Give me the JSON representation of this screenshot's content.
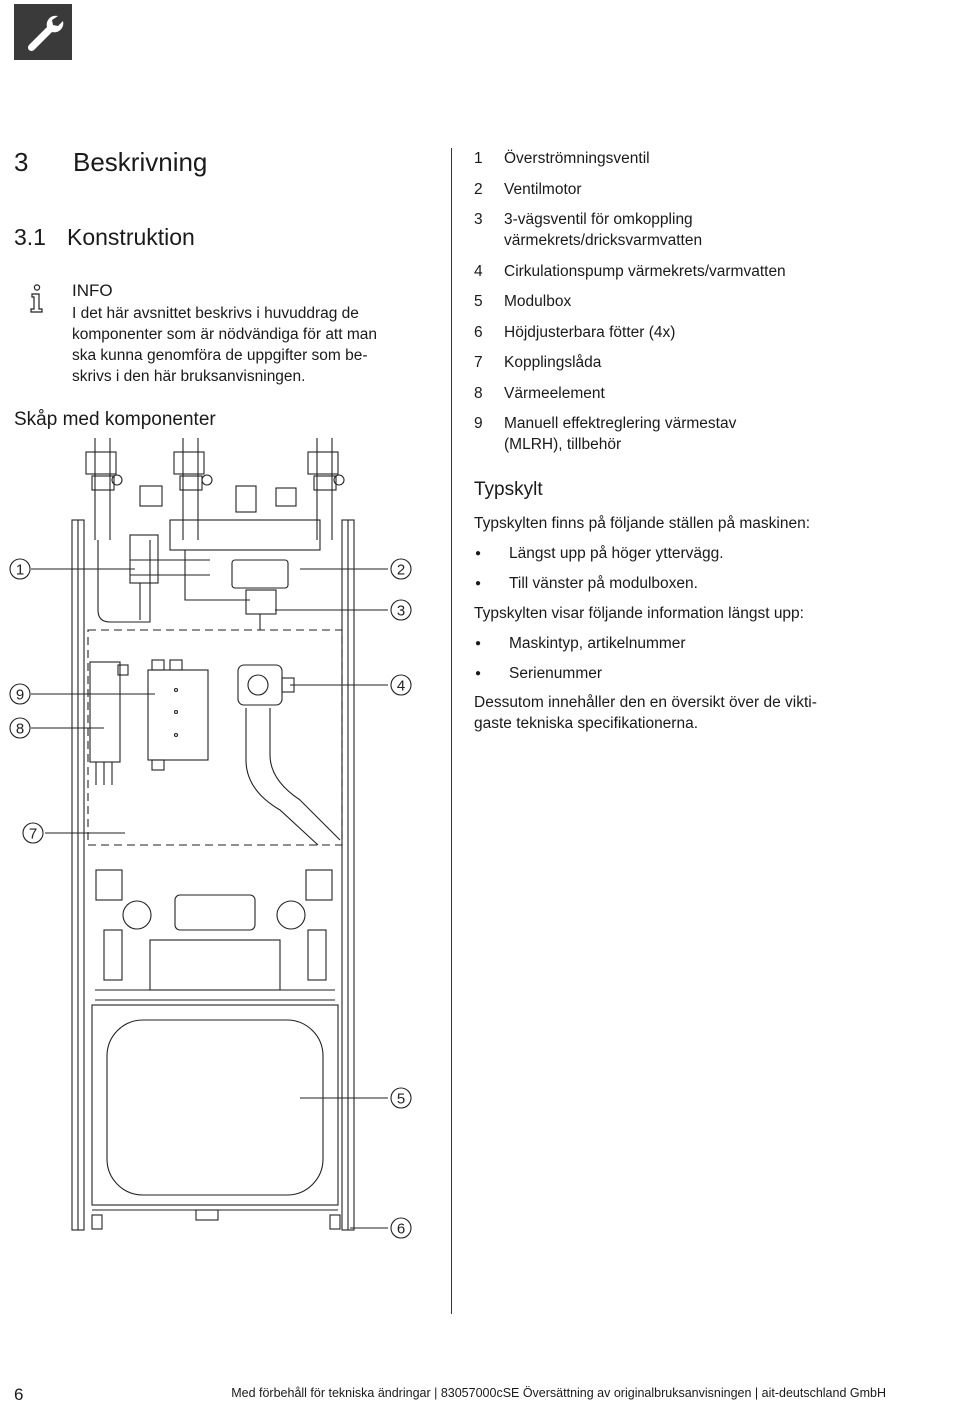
{
  "chapter": {
    "number": "3",
    "title": "Beskrivning"
  },
  "section": {
    "number": "3.1",
    "title": "Konstruktion"
  },
  "info": {
    "heading": "INFO",
    "lines": [
      "I det här avsnittet beskrivs i huvuddrag de",
      "komponenter som är nödvändiga för att man",
      "ska kunna genomföra de uppgifter som be-",
      "skrivs i den här bruksanvisningen."
    ]
  },
  "figure": {
    "title": "Skåp med komponenter",
    "callouts": [
      "1",
      "2",
      "3",
      "4",
      "5",
      "6",
      "7",
      "8",
      "9"
    ]
  },
  "legend": [
    {
      "num": "1",
      "text": "Överströmningsventil"
    },
    {
      "num": "2",
      "text": "Ventilmotor"
    },
    {
      "num": "3",
      "line1": "3-vägsventil för omkoppling",
      "line2": "värmekrets/dricksvarmvatten"
    },
    {
      "num": "4",
      "text": "Cirkulationspump värmekrets/varmvatten"
    },
    {
      "num": "5",
      "text": "Modulbox"
    },
    {
      "num": "6",
      "text": "Höjdjusterbara fötter (4x)"
    },
    {
      "num": "7",
      "text": "Kopplingslåda"
    },
    {
      "num": "8",
      "text": "Värmeelement"
    },
    {
      "num": "9",
      "line1": "Manuell effektreglering värmestav",
      "line2": "(MLRH), tillbehör"
    }
  ],
  "typskylt": {
    "heading": "Typskylt",
    "intro": "Typskylten finns på följande ställen på maskinen:",
    "locations": [
      "Längst upp på höger yttervägg.",
      "Till vänster på modulboxen."
    ],
    "info_intro": "Typskylten visar följande information längst upp:",
    "info_items": [
      "Maskintyp, artikelnummer",
      "Serienummer"
    ],
    "summary_lines": [
      "Dessutom innehåller den en översikt över de vikti-",
      "gaste tekniska specifikationerna."
    ]
  },
  "footer": {
    "page": "6",
    "text": "Med förbehåll för tekniska ändringar | 83057000cSE  Översättning av originalbruksanvisningen | ait-deutschland GmbH"
  },
  "icons": {
    "header": "wrench-icon",
    "info": "info-icon"
  }
}
